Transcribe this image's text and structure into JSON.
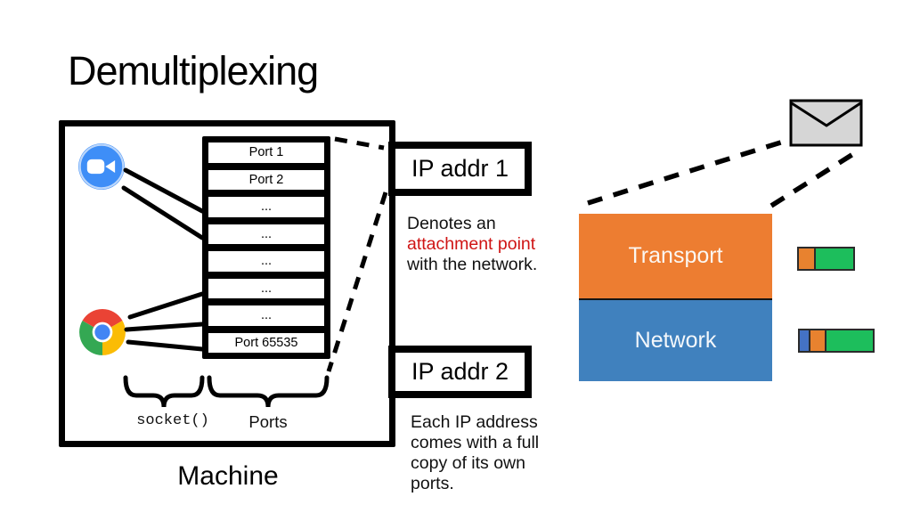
{
  "title": "Demultiplexing",
  "machine": {
    "label": "Machine",
    "apps": [
      {
        "name": "zoom-app",
        "icon": "zoom-video-camera-icon"
      },
      {
        "name": "chrome-app",
        "icon": "chrome-browser-icon"
      }
    ],
    "port_rows": [
      "Port 1",
      "Port 2",
      "...",
      "...",
      "...",
      "...",
      "...",
      "Port 65535"
    ],
    "brace_labels": {
      "socket": "socket()",
      "ports": "Ports"
    }
  },
  "ip_addr_1": {
    "label": "IP addr 1",
    "description": {
      "line1": "Denotes an",
      "highlight": "attachment point",
      "line2": "with the network."
    },
    "highlight_color": "#cf1414"
  },
  "ip_addr_2": {
    "label": "IP addr 2",
    "description_lines": [
      "Each IP address",
      "comes with a full",
      "copy of its own",
      "ports."
    ]
  },
  "protocol_stack": {
    "layers": [
      {
        "label": "Transport",
        "color": "#ED7D31"
      },
      {
        "label": "Network",
        "color": "#4081BE"
      }
    ]
  },
  "packet_bars": {
    "bar1": {
      "segments": [
        {
          "name": "transport-header",
          "color": "#E8822F"
        },
        {
          "name": "payload",
          "color": "#1DBE5C"
        }
      ]
    },
    "bar2": {
      "segments": [
        {
          "name": "network-header",
          "color": "#4472C4"
        },
        {
          "name": "transport-header",
          "color": "#E8822F"
        },
        {
          "name": "payload",
          "color": "#1DBE5C"
        }
      ]
    }
  },
  "envelope": {
    "name": "packet-envelope",
    "fill": "#d6d6d6"
  }
}
